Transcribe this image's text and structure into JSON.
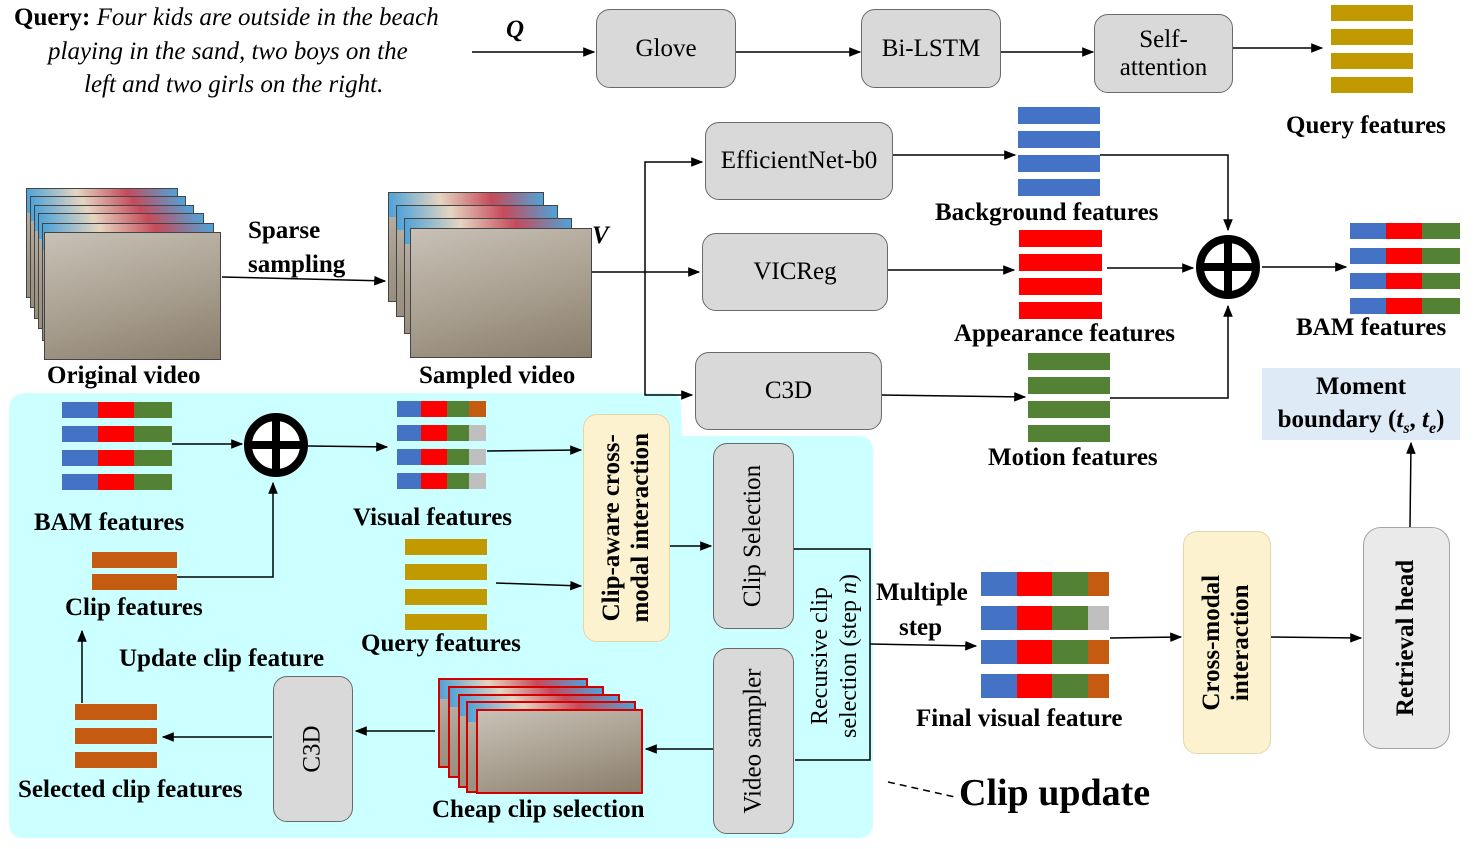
{
  "query": {
    "label": "Query:",
    "text_lines": [
      "Four kids are outside in the beach",
      "playing in the sand, two boys on the",
      "left and two girls on the right."
    ],
    "symbol": "Q"
  },
  "modules": {
    "glove": "Glove",
    "bilstm": "Bi-LSTM",
    "self_attention": [
      "Self-",
      "attention"
    ],
    "efficientnet": "EfficientNet-b0",
    "vicreg": "VICReg",
    "c3d_top": "C3D",
    "clip_aware": [
      "Clip-aware cross-",
      "modal interaction"
    ],
    "clip_selection": "Clip Selection",
    "video_sampler": "Video sampler",
    "c3d_bottom": "C3D",
    "cross_modal": [
      "Cross-modal",
      "interaction"
    ],
    "retrieval_head": "Retrieval head"
  },
  "labels": {
    "query_features_top": "Query features",
    "background_features": "Background features",
    "appearance_features": "Appearance features",
    "motion_features": "Motion features",
    "bam_features_right": "BAM features",
    "moment_boundary_line1": "Moment",
    "moment_boundary_line2": "boundary (",
    "t_s": "t",
    "t_s_sub": "s",
    "t_e": "t",
    "t_e_sub": "e",
    "moment_close": ")",
    "sparse_sampling": [
      "Sparse",
      "sampling"
    ],
    "v_symbol": "V",
    "original_video": "Original video",
    "sampled_video": "Sampled video",
    "bam_features_left": "BAM features",
    "visual_features": "Visual features",
    "clip_features": "Clip features",
    "query_features_bottom": "Query features",
    "update_clip_feature": "Update clip feature",
    "selected_clip_features": "Selected clip features",
    "cheap_clip_selection": "Cheap clip selection",
    "recursive_line1": "Recursive clip",
    "recursive_line2_pre": "selection (step ",
    "recursive_n": "n",
    "recursive_close": ")",
    "multiple_step": [
      "Multiple",
      "step"
    ],
    "final_visual_feature": "Final visual feature",
    "clip_update": "Clip update"
  },
  "colors": {
    "query": "#c09a00",
    "background": "#4472c4",
    "appearance": "#ff0000",
    "motion": "#548235",
    "clip": "#c55a11",
    "empty": "#bfbfbf",
    "region": "#ccffff",
    "moment_box": "#deebf7"
  }
}
